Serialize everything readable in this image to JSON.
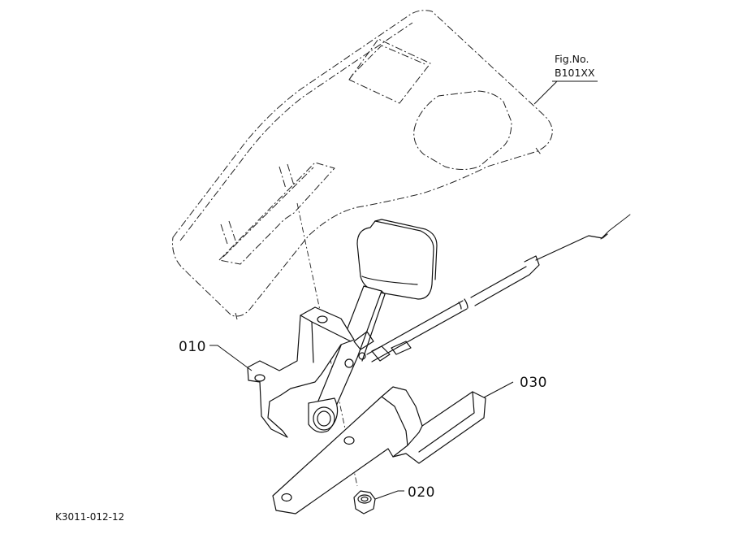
{
  "figure": {
    "fig_no_label": "Fig.No.",
    "fig_no_value": "B101XX",
    "drawing_code": "K3011-012-12"
  },
  "parts": [
    {
      "id": "010"
    },
    {
      "id": "020"
    },
    {
      "id": "030"
    }
  ]
}
